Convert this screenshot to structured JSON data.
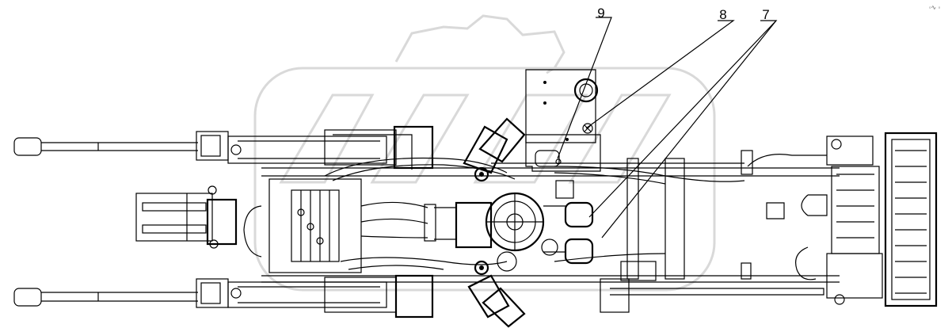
{
  "callouts": [
    {
      "id": "9",
      "label": "9"
    },
    {
      "id": "8",
      "label": "8"
    },
    {
      "id": "7",
      "label": "7"
    }
  ],
  "corner_mark": "◦∿ ◦",
  "colors": {
    "line": "#000000",
    "watermark": "#d9d9d9",
    "background": "#ffffff"
  }
}
